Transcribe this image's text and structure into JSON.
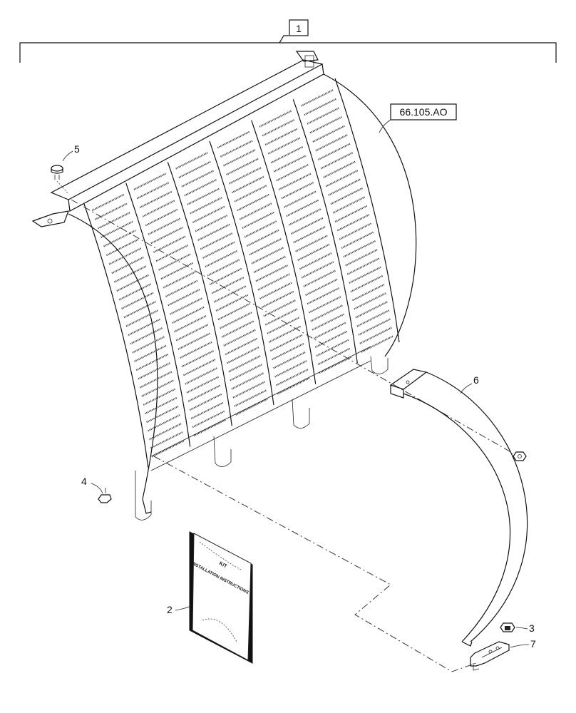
{
  "callouts": {
    "assembly": "1",
    "manual": "2",
    "nut_right": "3",
    "bolt_bottom": "4",
    "bolt_top": "5",
    "strip": "6",
    "bracket": "7",
    "reference": "66.105.AO"
  },
  "manual": {
    "cover_line_1": "KIT",
    "cover_line_2": "INSTALLATION INSTRUCTIONS"
  }
}
